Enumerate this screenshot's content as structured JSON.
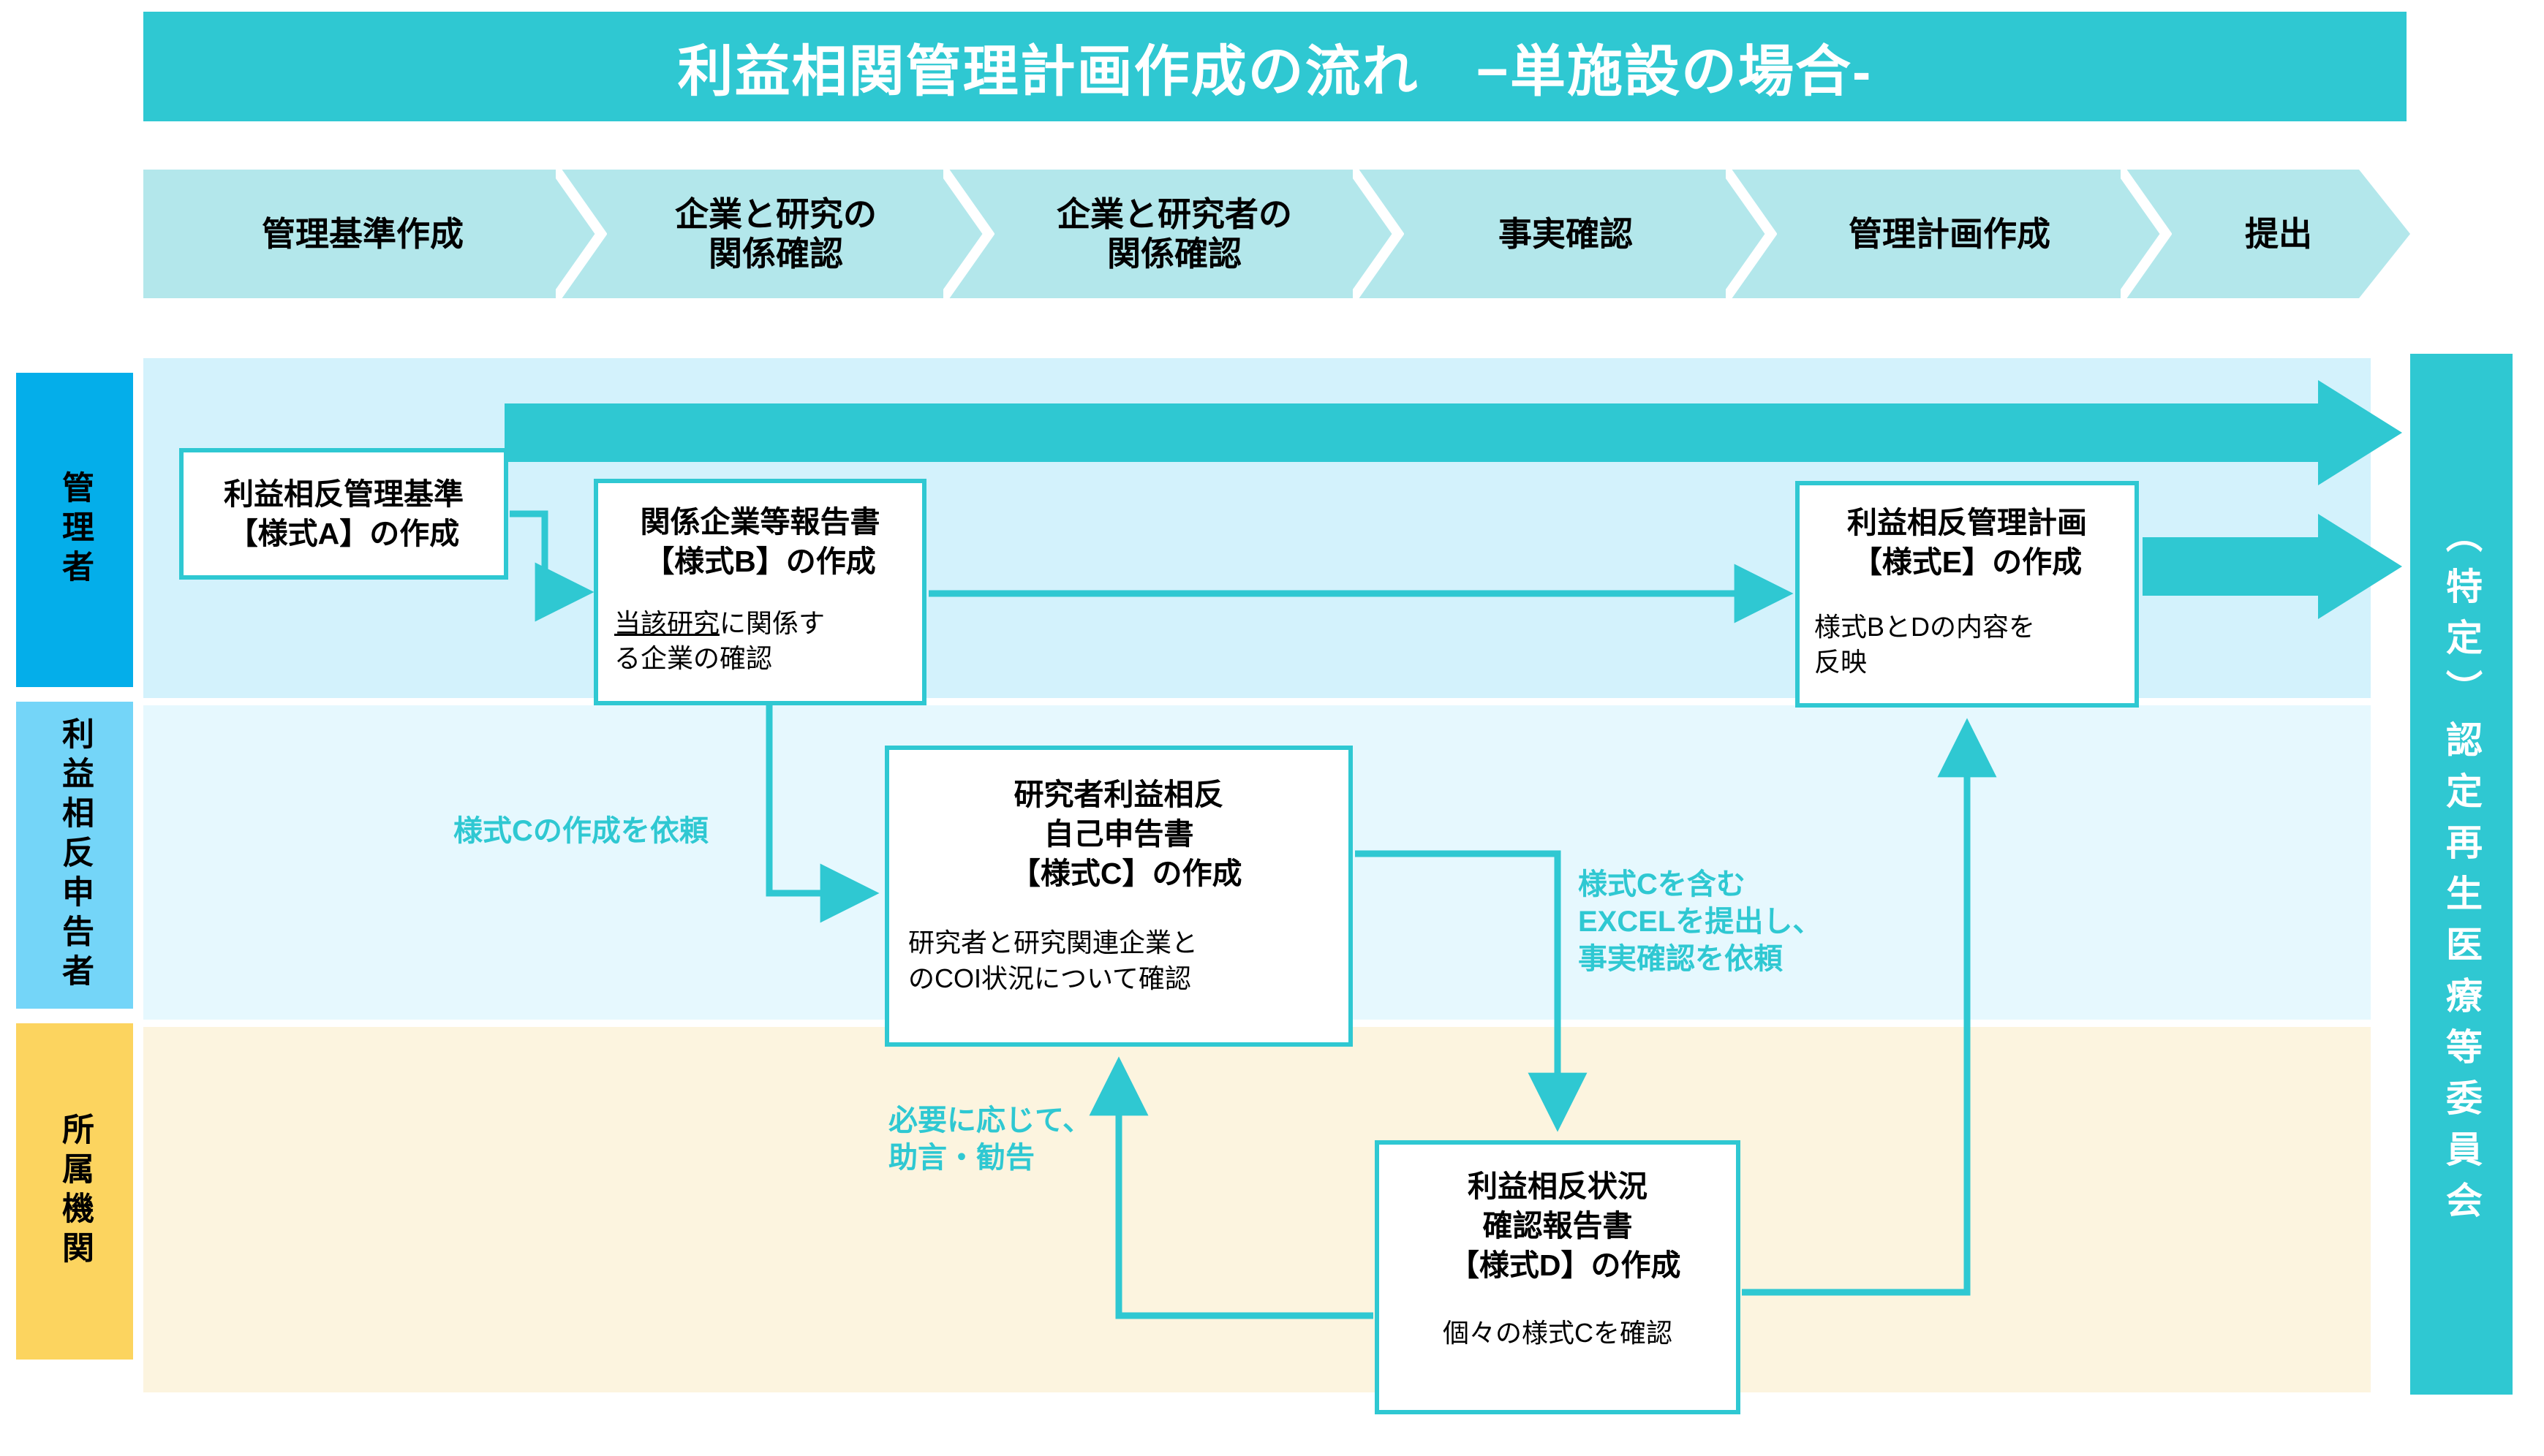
{
  "title": "利益相関管理計画作成の流れ　−単施設の場合-",
  "steps": [
    {
      "label": "管理基準作成"
    },
    {
      "label": "企業と研究の\n関係確認"
    },
    {
      "label": "企業と研究者の\n関係確認"
    },
    {
      "label": "事実確認"
    },
    {
      "label": "管理計画作成"
    },
    {
      "label": "提出"
    }
  ],
  "lanes": [
    {
      "label": "管理者",
      "color": "#04AEEA",
      "body_color": "#D3F2FC"
    },
    {
      "label": "利益相反申告者",
      "color": "#74D5F8",
      "body_color": "#E6F8FE"
    },
    {
      "label": "所属機関",
      "color": "#FCD45F",
      "body_color": "#FCF4DF"
    }
  ],
  "committee": {
    "label": "（特定）認定再生医療等委員会",
    "color": "#2FC8D2"
  },
  "boxes": {
    "a": {
      "title": "利益相反管理基準\n【様式A】の作成",
      "sub": ""
    },
    "b": {
      "title": "関係企業等報告書\n【様式B】の作成",
      "sub_underline": "当該研究",
      "sub_rest": "に関係す\nる企業の確認"
    },
    "c": {
      "title": "研究者利益相反\n自己申告書\n　【様式C】の作成",
      "sub": "研究者と研究関連企業と\nのCOI状況について確認"
    },
    "d": {
      "title": "利益相反状況\n確認報告書\n　【様式D】の作成",
      "sub": "個々の様式Cを確認"
    },
    "e": {
      "title": "利益相反管理計画\n【様式E】の作成",
      "sub": "様式BとDの内容を\n反映"
    }
  },
  "annotations": {
    "request_form_c": "様式Cの作成を依頼",
    "submit_excel": "様式Cを含む\nEXCELを提出し、\n事実確認を依頼",
    "advice": "必要に応じて、\n助言・勧告"
  },
  "colors": {
    "accent": "#2FC8D2",
    "step_band": "#B3E7EB",
    "title_bg": "#2FC8D2"
  }
}
